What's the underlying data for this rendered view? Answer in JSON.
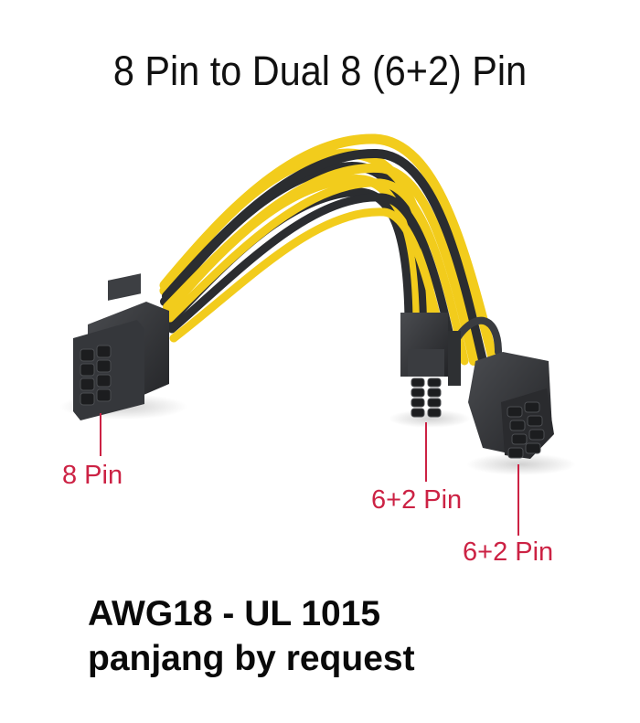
{
  "title": "8 Pin to Dual 8 (6+2) Pin",
  "product": {
    "description": "PCIe power splitter cable photo: one 8-pin connector to two 6+2 pin connectors, yellow and black wires",
    "wire_colors": {
      "yellow": "#f2cc1c",
      "black": "#2b2d30",
      "connector": "#2f3134"
    }
  },
  "labels": {
    "input_connector": "8 Pin",
    "output_connector_1": "6+2 Pin",
    "output_connector_2": "6+2 Pin",
    "line_color": "#cc2244"
  },
  "specs": {
    "line1": "AWG18 - UL 1015",
    "line2": "panjang by request"
  }
}
